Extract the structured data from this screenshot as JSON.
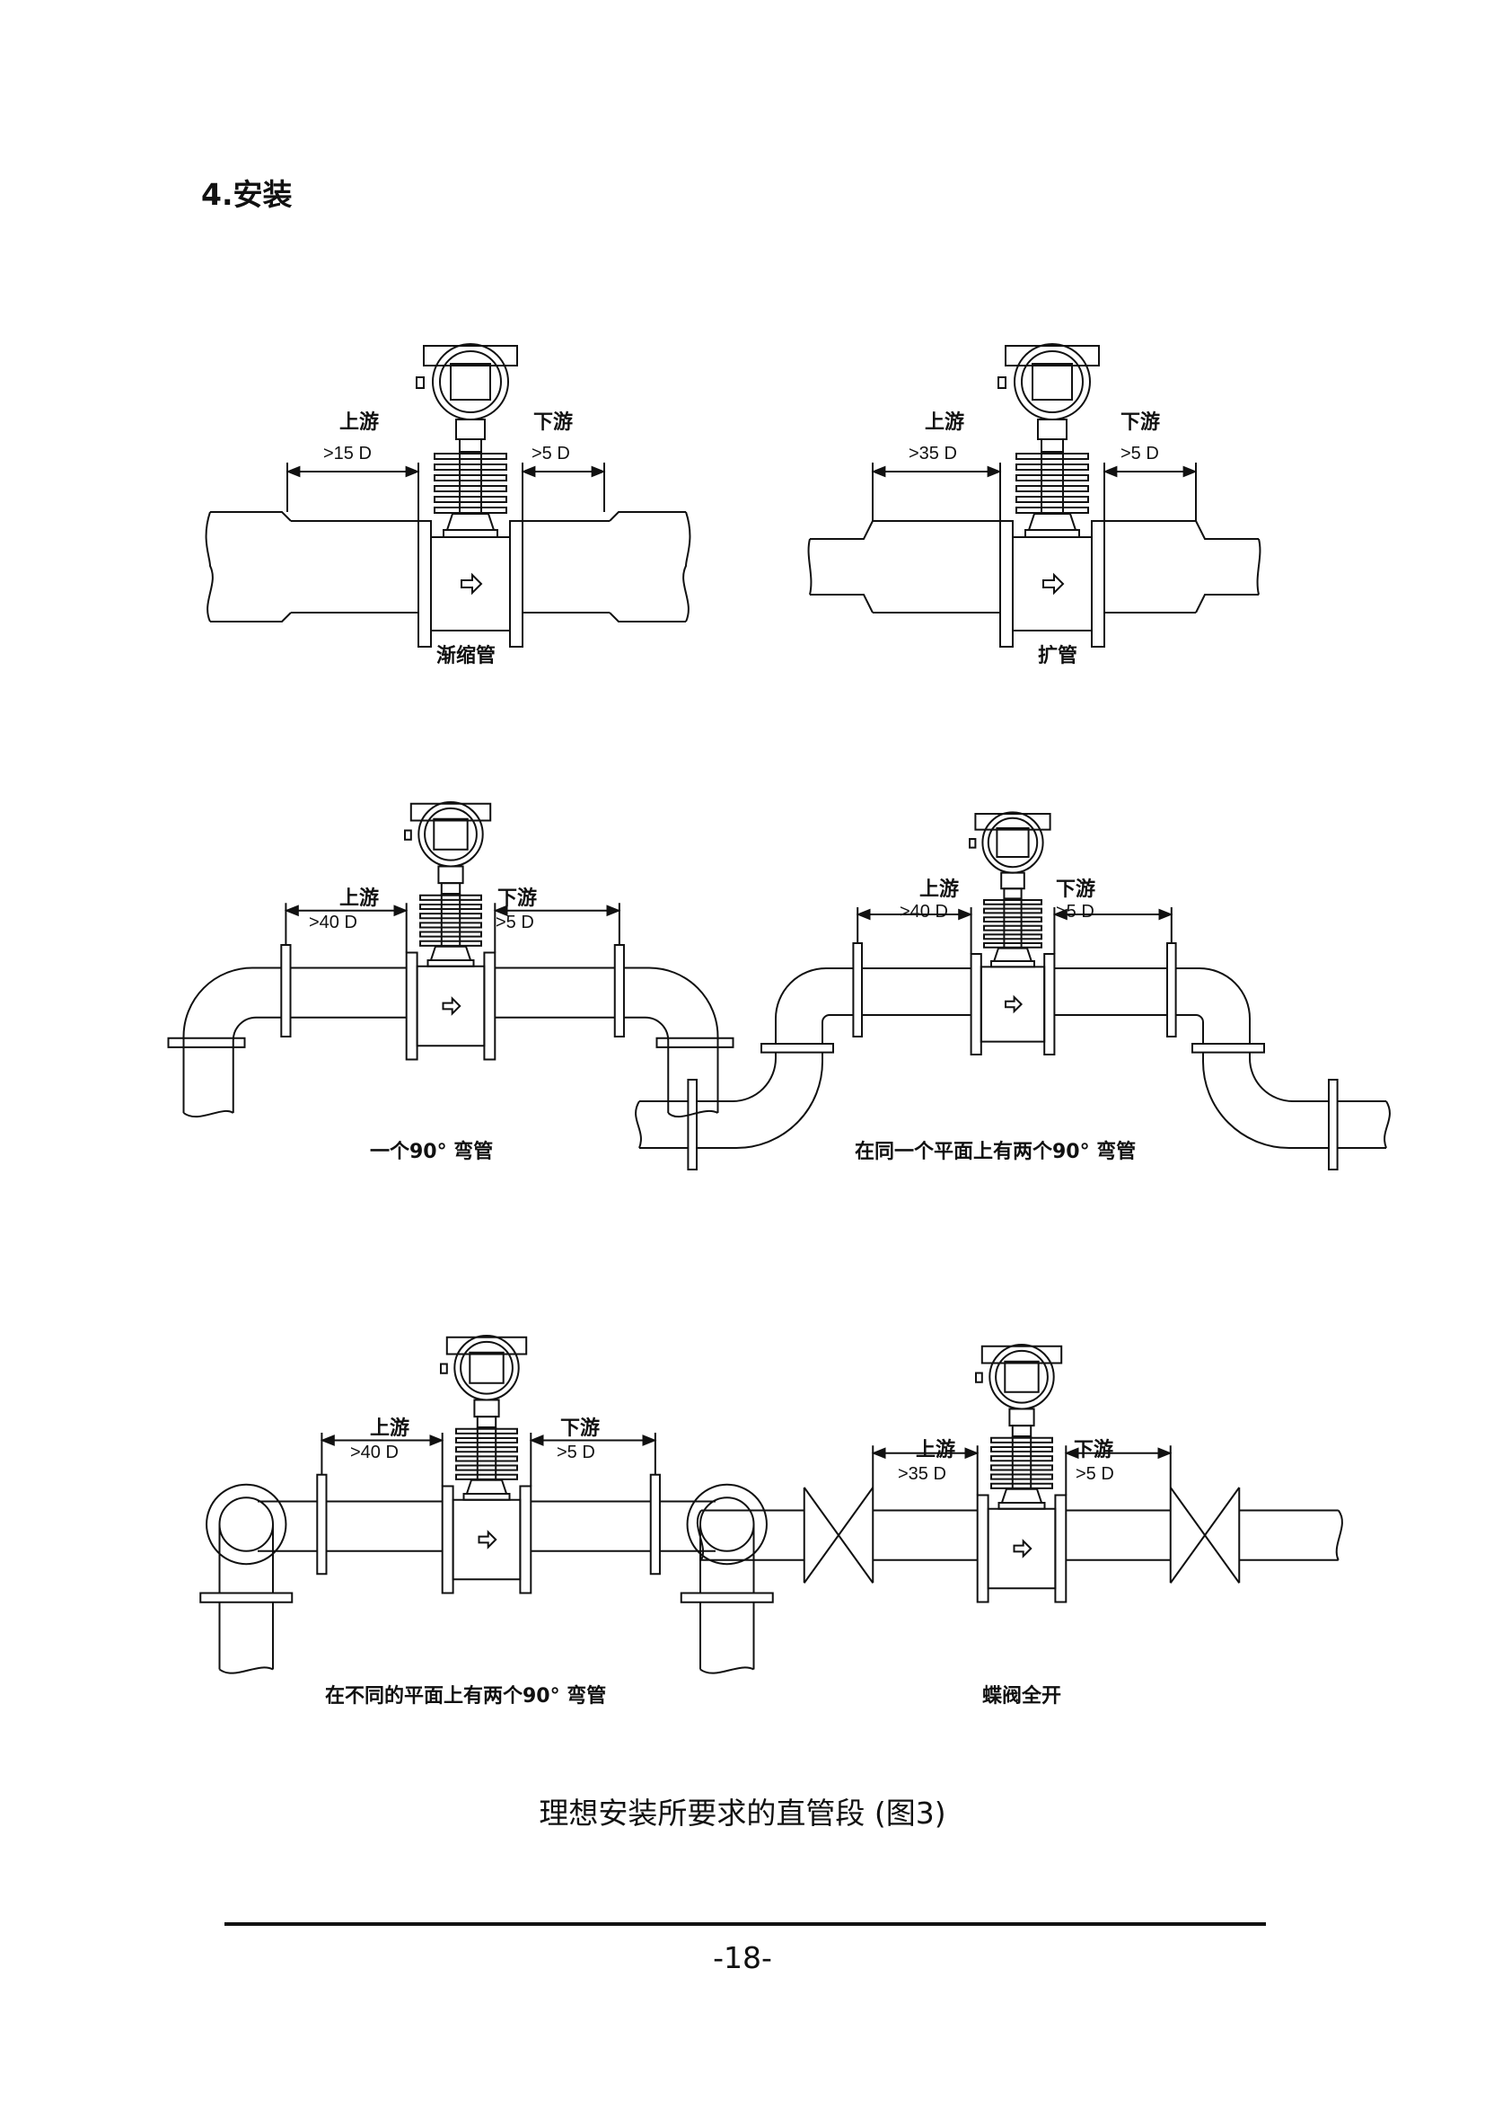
{
  "heading": "4.安装",
  "labels": {
    "upstream": "上游",
    "downstream": "下游"
  },
  "diagrams": [
    {
      "caption": "渐缩管",
      "up": ">15 D",
      "down": ">5 D"
    },
    {
      "caption": "扩管",
      "up": ">35 D",
      "down": ">5 D"
    },
    {
      "caption": "一个90° 弯管",
      "up": ">40 D",
      "down": ">5 D"
    },
    {
      "caption": "在同一个平面上有两个90° 弯管",
      "up": ">40 D",
      "down": ">5 D"
    },
    {
      "caption": "在不同的平面上有两个90° 弯管",
      "up": ">40 D",
      "down": ">5 D"
    },
    {
      "caption": "蝶阀全开",
      "up": ">35 D",
      "down": ">5 D"
    }
  ],
  "figure_caption": "理想安装所要求的直管段 (图3)",
  "page_number": "-18-"
}
